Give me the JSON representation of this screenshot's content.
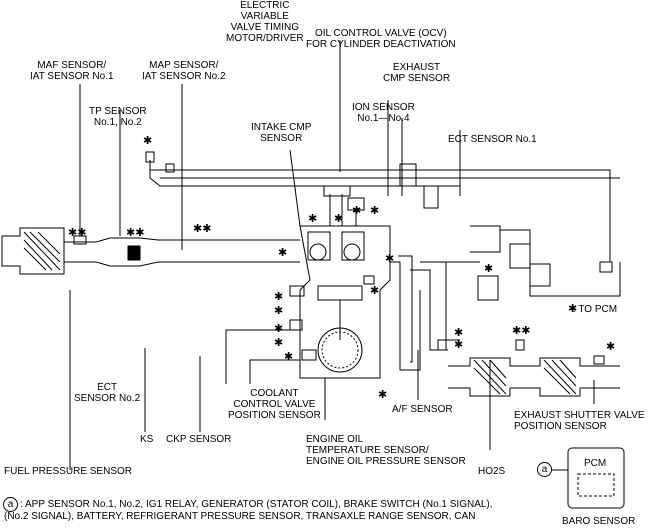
{
  "labels": {
    "maf": "MAF SENSOR/\nIAT SENSOR No.1",
    "tp": "TP SENSOR\nNo.1, No.2",
    "map": "MAP SENSOR/\nIAT SENSOR No.2",
    "evvt": "ELECTRIC\nVARIABLE\nVALVE TIMING\nMOTOR/DRIVER",
    "ocv": "OIL CONTROL VALVE (OCV)\nFOR CYLINDER DEACTIVATION",
    "exhaust_cmp": "EXHAUST\nCMP SENSOR",
    "ion": "ION SENSOR\nNo.1—No.4",
    "intake_cmp": "INTAKE CMP\nSENSOR",
    "ect1": "ECT SENSOR No.1",
    "to_pcm": ": TO PCM",
    "ect2": "ECT\nSENSOR No.2",
    "ks": "KS",
    "ckp": "CKP SENSOR",
    "coolant": "COOLANT\nCONTROL VALVE\nPOSITION SENSOR",
    "af": "A/F SENSOR",
    "engine_oil": "ENGINE OIL\nTEMPERATURE SENSOR/\nENGINE OIL PRESSURE SENSOR",
    "exhaust_shutter": "EXHAUST SHUTTER VALVE\nPOSITION SENSOR",
    "fuel_pressure": "FUEL PRESSURE SENSOR",
    "ho2s": "HO2S",
    "pcm": "PCM",
    "baro": "BARO SENSOR",
    "a_mark": "a"
  },
  "footnote": {
    "line1": ": APP SENSOR No.1, No.2, IG1 RELAY, GENERATOR (STATOR COIL), BRAKE SWITCH (No.1 SIGNAL),",
    "line2": "(No.2 SIGNAL), BATTERY, REFRIGERANT PRESSURE SENSOR, TRANSAXLE RANGE SENSOR, CAN"
  },
  "marker_symbol": "✱"
}
